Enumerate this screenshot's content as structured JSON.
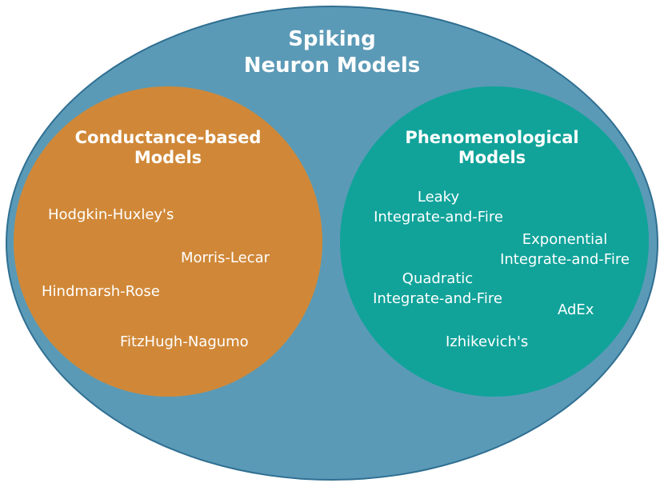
{
  "diagram": {
    "title_line1": "Spiking",
    "title_line2": "Neuron Models",
    "conductance": {
      "title_line1": "Conductance-based",
      "title_line2": "Models",
      "items": [
        "Hodgkin-Huxley's",
        "Morris-Lecar",
        "Hindmarsh-Rose",
        "FitzHugh-Nagumo"
      ]
    },
    "phenomenological": {
      "title_line1": "Phenomenological",
      "title_line2": "Models",
      "items": [
        {
          "line1": "Leaky",
          "line2": "Integrate-and-Fire"
        },
        {
          "line1": "Exponential",
          "line2": "Integrate-and-Fire"
        },
        {
          "line1": "Quadratic",
          "line2": "Integrate-and-Fire"
        },
        {
          "line1": "AdEx"
        },
        {
          "line1": "Izhikevich's"
        }
      ]
    },
    "colors": {
      "outer": "#5b9ab6",
      "outer_border": "#2f6f92",
      "conductance": "#d08838",
      "phenomenological": "#11a39a",
      "text": "#ffffff"
    }
  }
}
